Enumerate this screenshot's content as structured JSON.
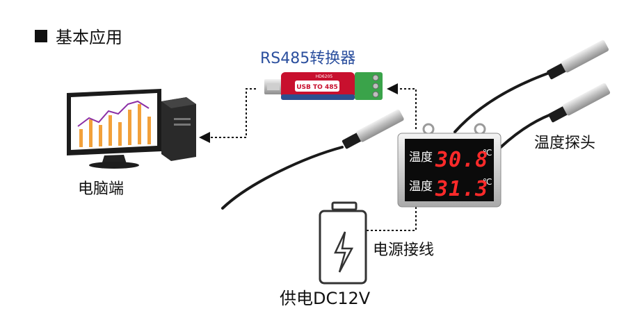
{
  "section_title": "基本应用",
  "labels": {
    "converter": "RS485转换器",
    "pc": "电脑端",
    "probe": "温度探头",
    "power_line": "电源接线",
    "power_supply": "供电DC12V"
  },
  "converter_device": {
    "body_text": "USB TO 485",
    "model": "HD6205"
  },
  "display": {
    "rows": [
      {
        "label": "温度",
        "value": "30.8",
        "unit": "℃"
      },
      {
        "label": "温度",
        "value": "31.3",
        "unit": "℃"
      }
    ]
  },
  "colors": {
    "converter_label": "#2b4f9e",
    "led_red": "#ff2a2a",
    "converter_body": "#c8102e",
    "terminal_green": "#3aa34a"
  }
}
